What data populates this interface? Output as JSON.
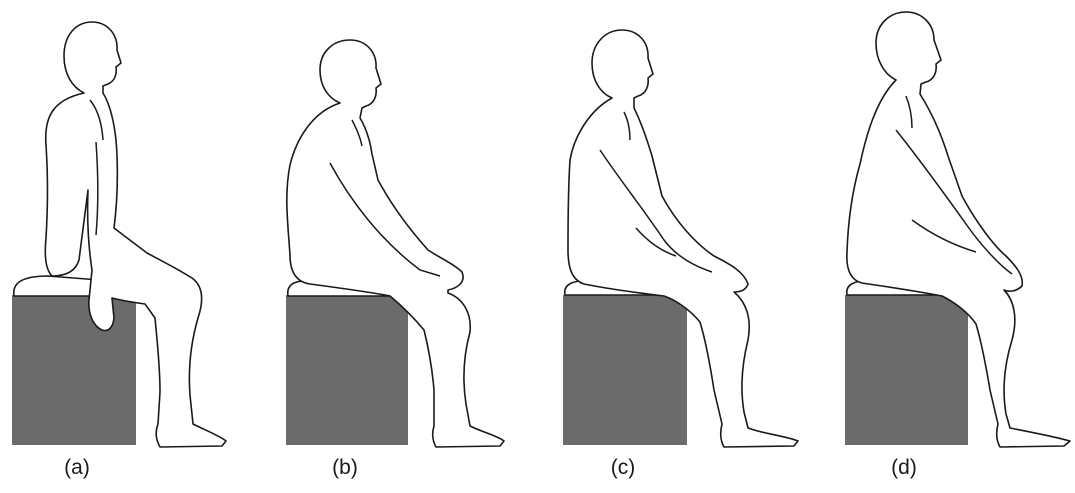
{
  "colors": {
    "stool": "#6b6b6b",
    "outline": "#1a1a1a",
    "background": "#ffffff"
  },
  "panels": [
    {
      "label": "(a)",
      "posture": "upright-hands-on-seat-edge"
    },
    {
      "label": "(b)",
      "posture": "slumped-hands-on-knee"
    },
    {
      "label": "(c)",
      "posture": "upright-hands-on-knee"
    },
    {
      "label": "(d)",
      "posture": "upright-forward-hands-on-knee"
    }
  ]
}
